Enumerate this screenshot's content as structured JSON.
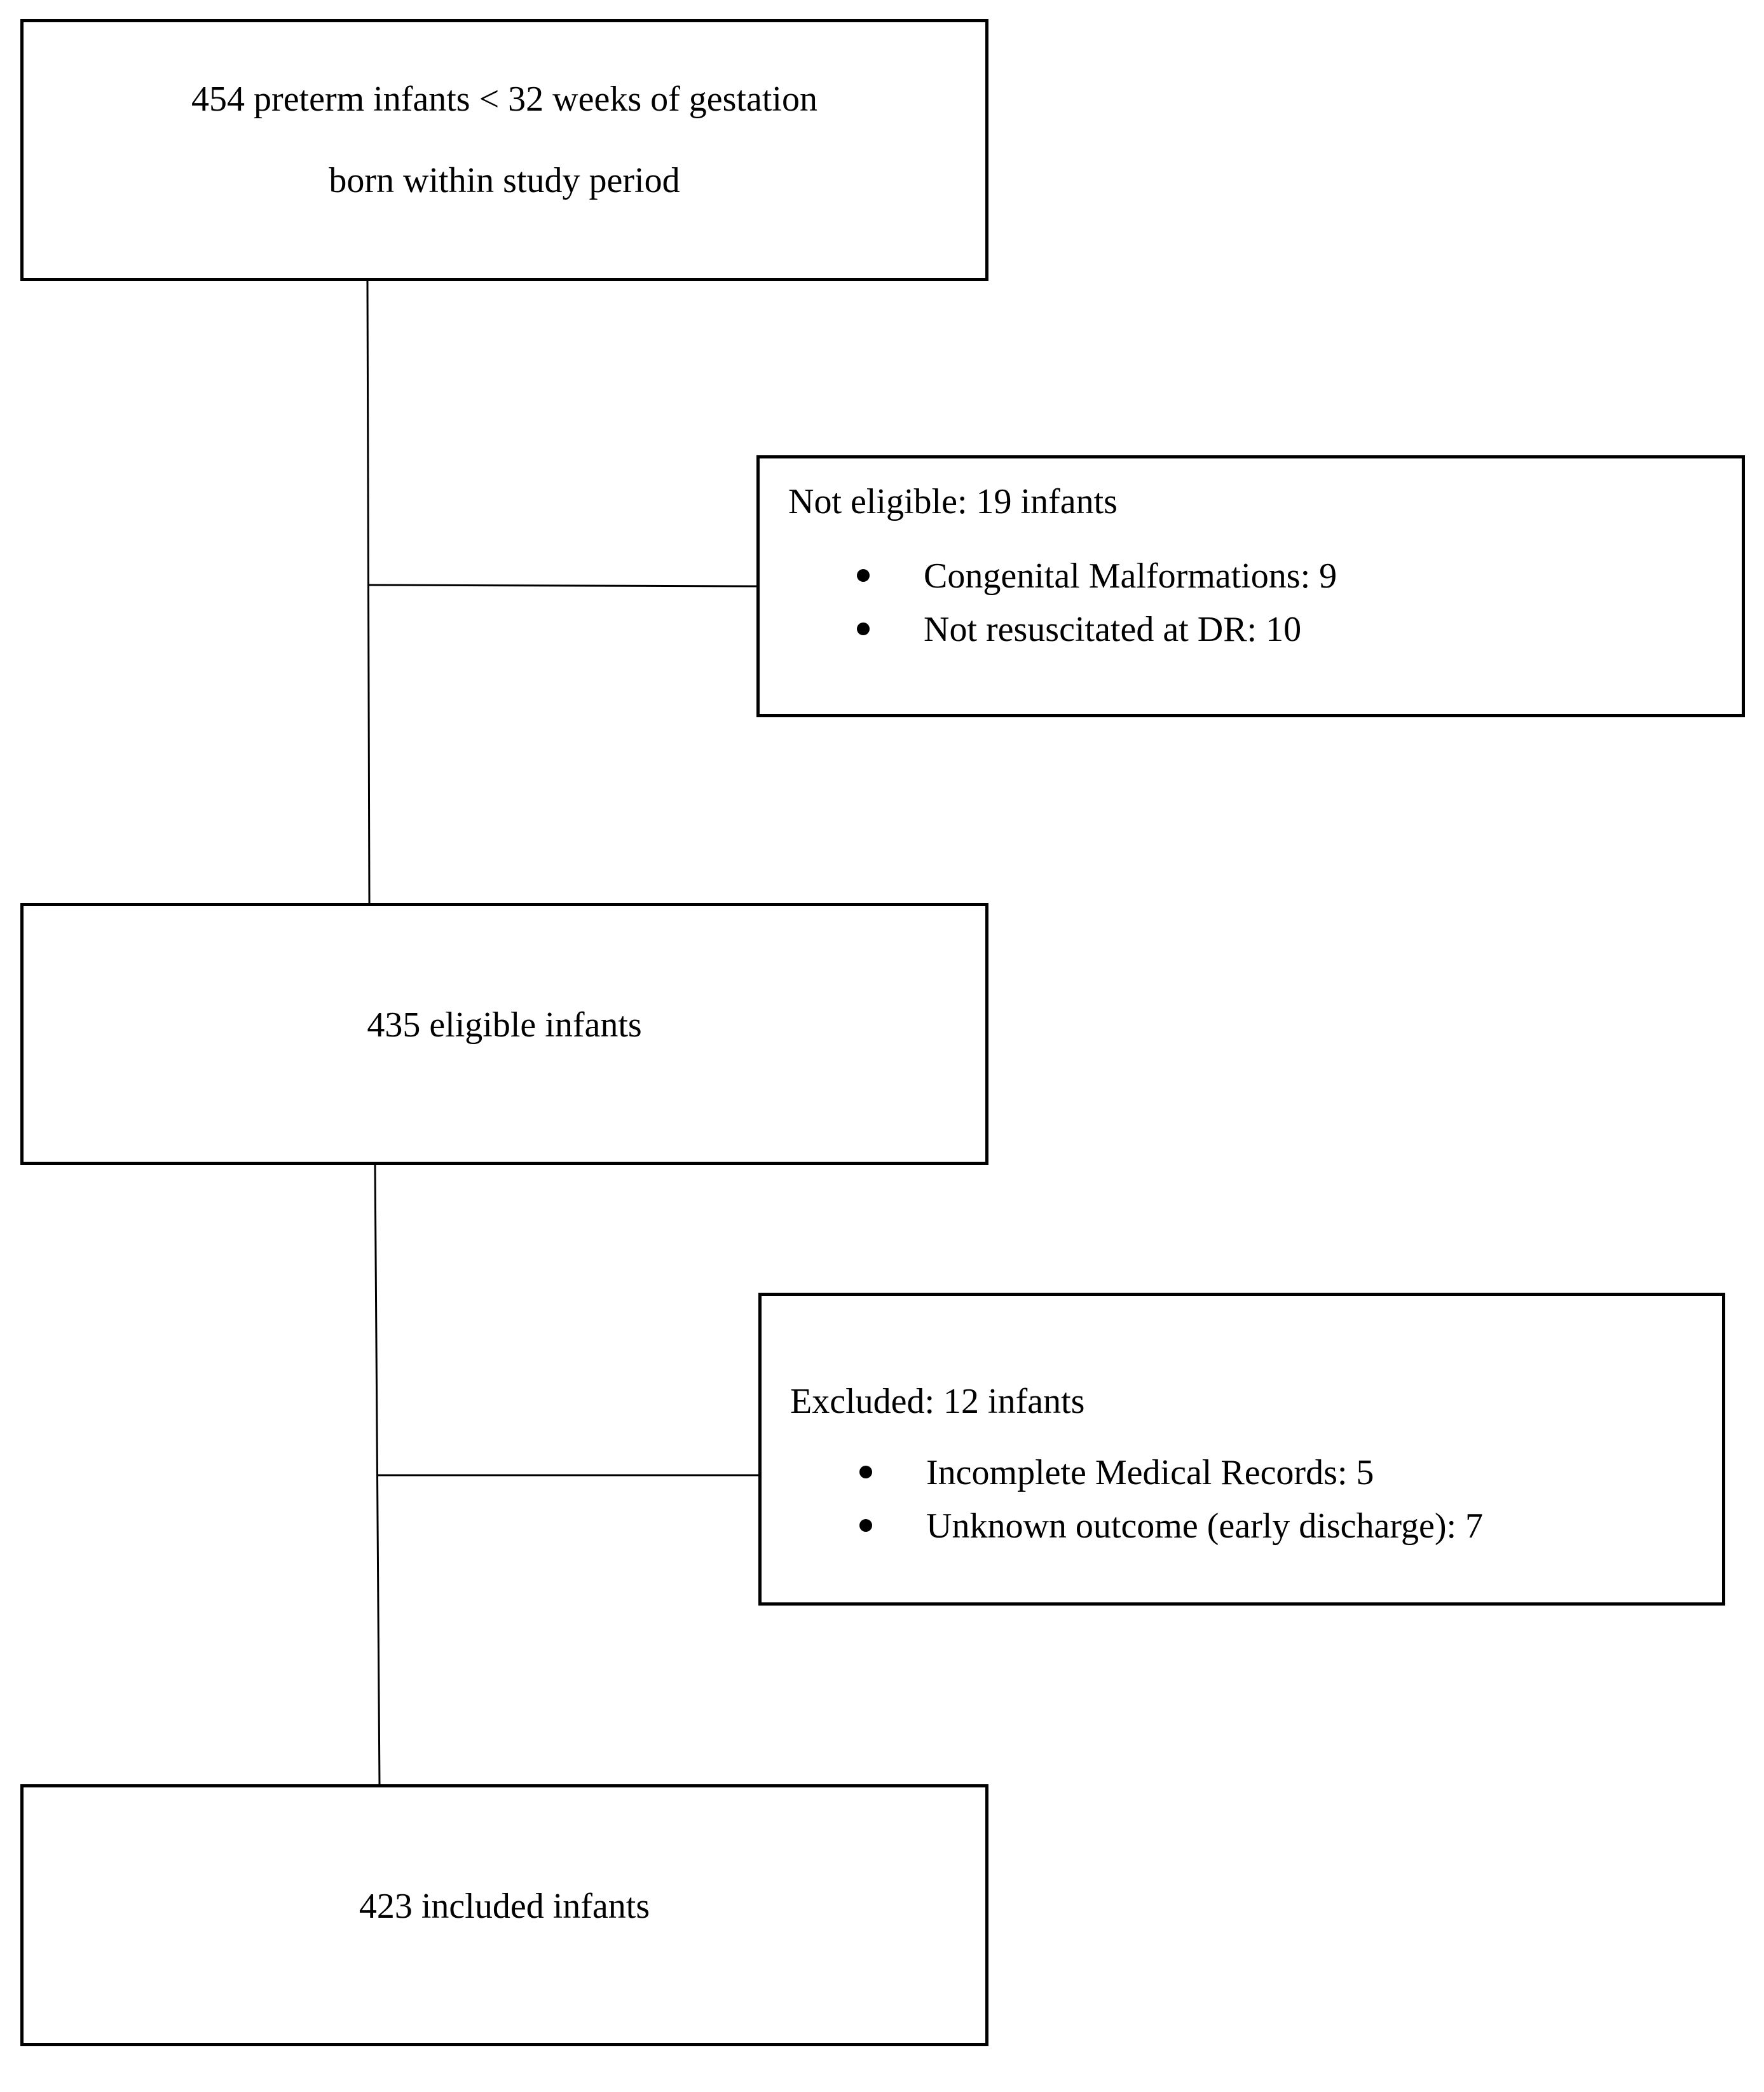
{
  "diagram": {
    "boxes": {
      "total": {
        "line1": "454 preterm infants < 32 weeks of gestation",
        "line2": "born within study period"
      },
      "not_eligible": {
        "title": "Not eligible: 19 infants",
        "items": [
          "Congenital Malformations: 9",
          "Not resuscitated at DR: 10"
        ]
      },
      "eligible": {
        "label": "435 eligible infants"
      },
      "excluded": {
        "title": "Excluded: 12 infants",
        "items": [
          "Incomplete Medical Records: 5",
          "Unknown outcome (early discharge): 7"
        ]
      },
      "included": {
        "label": "423 included infants"
      }
    },
    "colors": {
      "stroke": "#000000",
      "background": "#ffffff"
    }
  }
}
